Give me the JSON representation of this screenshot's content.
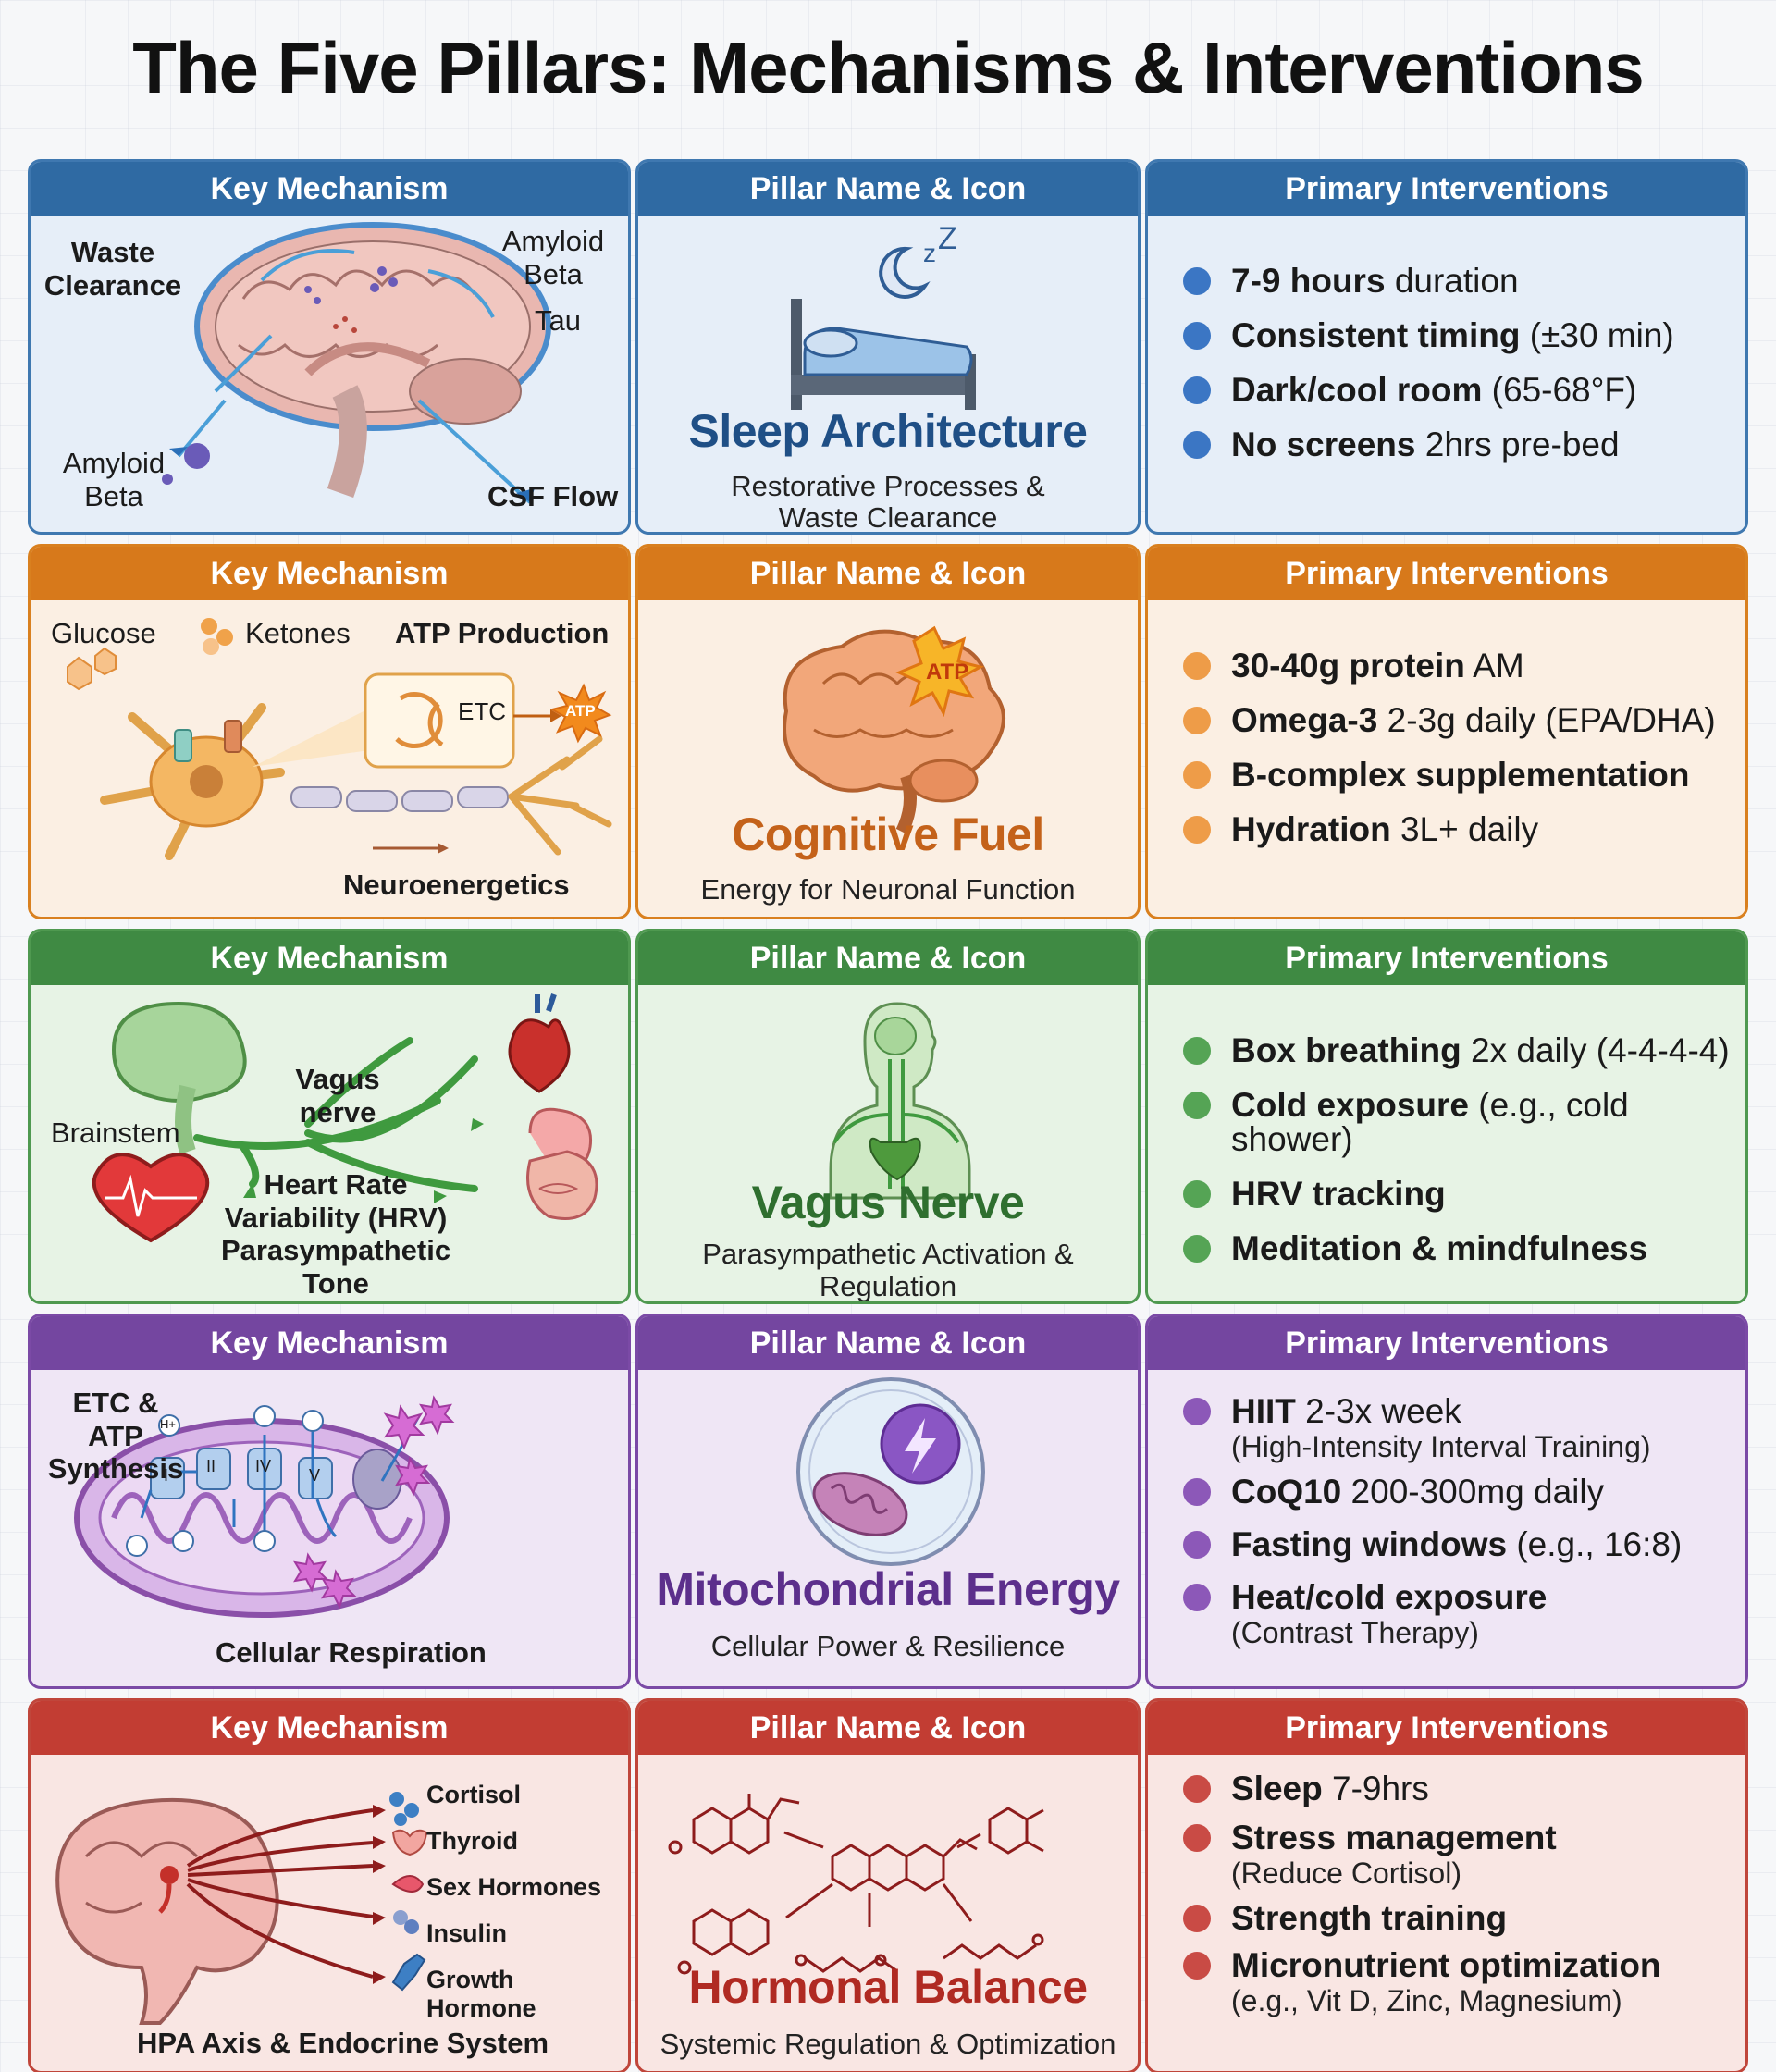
{
  "title": "The Five Pillars: Mechanisms & Interventions",
  "headers": {
    "mechanism": "Key Mechanism",
    "pillar": "Pillar Name & Icon",
    "interventions": "Primary Interventions"
  },
  "colors": {
    "blue": "#2f6aa3",
    "orange": "#d7791b",
    "green": "#3f8a43",
    "purple": "#7446a0",
    "red": "#c23d33"
  },
  "rows": [
    {
      "name": "Sleep Architecture",
      "subtitle_lines": [
        "Restorative Processes &",
        "Waste Clearance"
      ],
      "icon": "bed-moon-icon",
      "mechanism_labels": {
        "waste": "Waste\nClearance",
        "amyloid_top": "Amyloid\nBeta",
        "tau": "Tau",
        "amyloid_bottom": "Amyloid\nBeta",
        "csf": "CSF Flow"
      },
      "interventions": [
        {
          "bold": "7-9 hours",
          "rest": " duration"
        },
        {
          "bold": "Consistent timing",
          "rest": " (±30 min)"
        },
        {
          "bold": "Dark/cool room",
          "rest": " (65-68°F)"
        },
        {
          "bold": "No screens",
          "rest": " 2hrs pre-bed"
        }
      ]
    },
    {
      "name": "Cognitive Fuel",
      "subtitle_lines": [
        "Energy for Neuronal Function"
      ],
      "icon": "brain-atp-icon",
      "icon_text": "ATP",
      "mechanism_labels": {
        "glucose": "Glucose",
        "ketones": "Ketones",
        "atp_production": "ATP Production",
        "etc": "ETC",
        "atp": "ATP",
        "neuro": "Neuroenergetics"
      },
      "interventions": [
        {
          "bold": "30-40g protein",
          "rest": " AM"
        },
        {
          "bold": "Omega-3",
          "rest": " 2-3g daily (EPA/DHA)"
        },
        {
          "bold": "B-complex supplementation",
          "rest": ""
        },
        {
          "bold": "Hydration",
          "rest": " 3L+ daily"
        }
      ]
    },
    {
      "name": "Vagus Nerve",
      "subtitle_lines": [
        "Parasympathetic Activation & Regulation"
      ],
      "icon": "human-vagus-icon",
      "mechanism_labels": {
        "vagus": "Vagus\nnerve",
        "brainstem": "Brainstem",
        "hrv": "Heart Rate\nVariability (HRV)\nParasympathetic Tone"
      },
      "interventions": [
        {
          "bold": "Box breathing",
          "rest": " 2x daily (4-4-4-4)"
        },
        {
          "bold": "Cold exposure",
          "rest": " (e.g., cold shower)"
        },
        {
          "bold": "HRV tracking",
          "rest": ""
        },
        {
          "bold": "Meditation & mindfulness",
          "rest": ""
        }
      ]
    },
    {
      "name": "Mitochondrial Energy",
      "subtitle_lines": [
        "Cellular Power & Resilience"
      ],
      "icon": "cell-mitochondria-icon",
      "mechanism_labels": {
        "etc_atp": "ETC & ATP\nSynthesis",
        "resp": "Cellular Respiration",
        "c1": "I",
        "c2": "II",
        "c4": "IV",
        "c5": "V",
        "hplus": "H+"
      },
      "interventions": [
        {
          "bold": "HIIT",
          "rest": " 2-3x week",
          "sub": "(High-Intensity Interval Training)"
        },
        {
          "bold": "CoQ10",
          "rest": " 200-300mg daily"
        },
        {
          "bold": "Fasting windows",
          "rest": " (e.g., 16:8)"
        },
        {
          "bold": "Heat/cold exposure",
          "rest": "",
          "sub": "(Contrast Therapy)"
        }
      ]
    },
    {
      "name": "Hormonal Balance",
      "subtitle_lines": [
        "Systemic Regulation & Optimization"
      ],
      "icon": "molecule-structures-icon",
      "mechanism_labels": {
        "cortisol": "Cortisol",
        "thyroid": "Thyroid",
        "sex": "Sex Hormones",
        "insulin": "Insulin",
        "gh": "Growth Hormone",
        "hpa": "HPA Axis & Endocrine System"
      },
      "interventions": [
        {
          "bold": "Sleep",
          "rest": " 7-9hrs"
        },
        {
          "bold": "Stress management",
          "rest": "",
          "sub": "(Reduce Cortisol)"
        },
        {
          "bold": "Strength training",
          "rest": ""
        },
        {
          "bold": "Micronutrient optimization",
          "rest": "",
          "sub": "(e.g., Vit D, Zinc, Magnesium)"
        }
      ]
    }
  ]
}
